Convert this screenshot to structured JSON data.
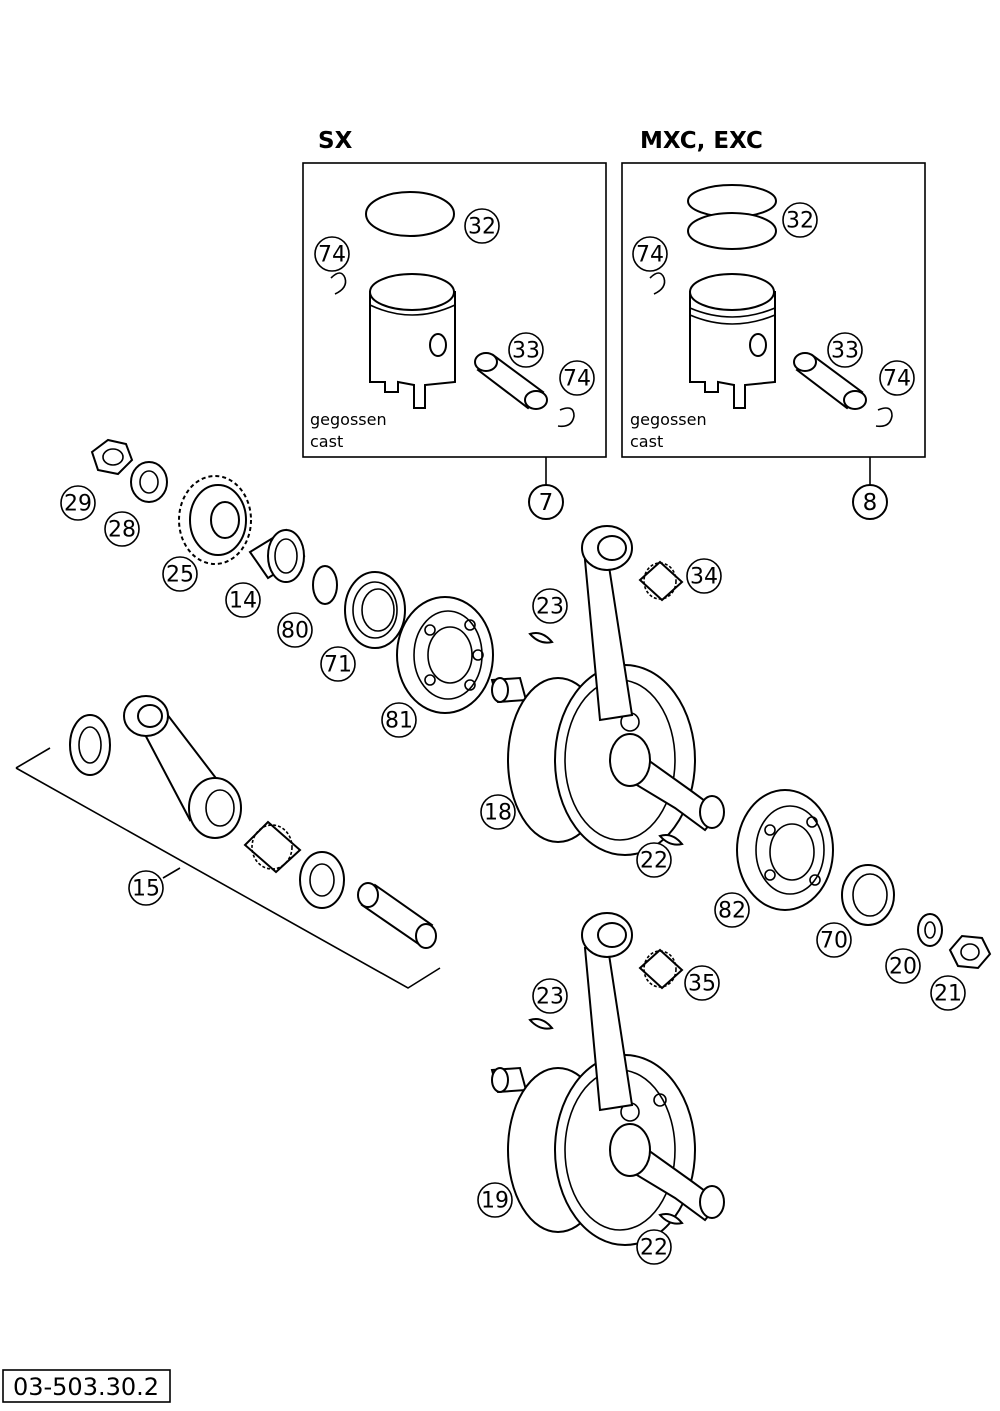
{
  "sections": {
    "left": {
      "title": "SX",
      "note_1": "gegossen",
      "note_2": "cast",
      "ref": "7"
    },
    "right": {
      "title": "MXC, EXC",
      "note_1": "gegossen",
      "note_2": "cast",
      "ref": "8"
    }
  },
  "callouts": {
    "c32a": "32",
    "c74a": "74",
    "c33a": "33",
    "c74b": "74",
    "c32b": "32",
    "c74c": "74",
    "c33b": "33",
    "c74d": "74",
    "c29": "29",
    "c28": "28",
    "c25": "25",
    "c14": "14",
    "c80": "80",
    "c71": "71",
    "c81": "81",
    "c23a": "23",
    "c34": "34",
    "c18": "18",
    "c22a": "22",
    "c82": "82",
    "c70": "70",
    "c20": "20",
    "c21": "21",
    "c15": "15",
    "c23b": "23",
    "c35": "35",
    "c19": "19",
    "c22b": "22"
  },
  "reference": "03-503.30.2"
}
